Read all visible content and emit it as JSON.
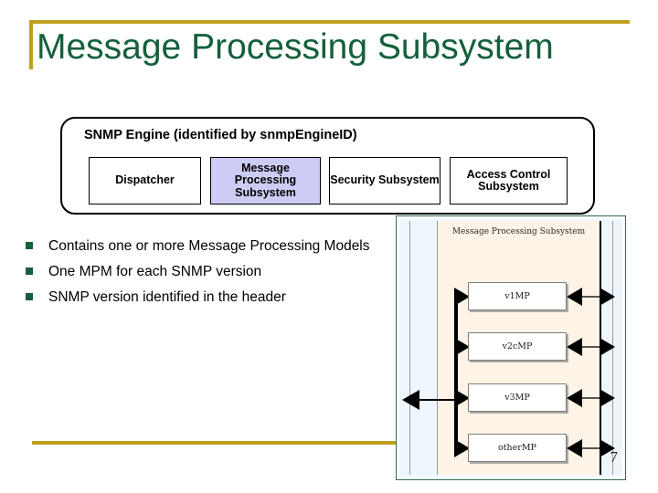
{
  "slide": {
    "title": "Message Processing Subsystem",
    "page_number": "7",
    "accent_gold": "#bfa01e",
    "title_green": "#14603c",
    "highlight_fill": "#ccccf5"
  },
  "engine": {
    "header": "SNMP Engine (identified by snmpEngineID)",
    "boxes": [
      {
        "label": "Dispatcher",
        "highlighted": false
      },
      {
        "label": "Message Processing Subsystem",
        "highlighted": true
      },
      {
        "label": "Security Subsystem",
        "highlighted": false
      },
      {
        "label": "Access Control Subsystem",
        "highlighted": false
      }
    ]
  },
  "bullets": [
    {
      "text": "Contains one or more Message Processing Models"
    },
    {
      "text": "One MPM for each SNMP version"
    },
    {
      "text": "SNMP version identified in the header"
    }
  ],
  "diagram": {
    "title": "Message Processing Subsystem",
    "modules": [
      {
        "label": "v1MP"
      },
      {
        "label": "v2cMP"
      },
      {
        "label": "v3MP"
      },
      {
        "label": "otherMP"
      }
    ]
  }
}
